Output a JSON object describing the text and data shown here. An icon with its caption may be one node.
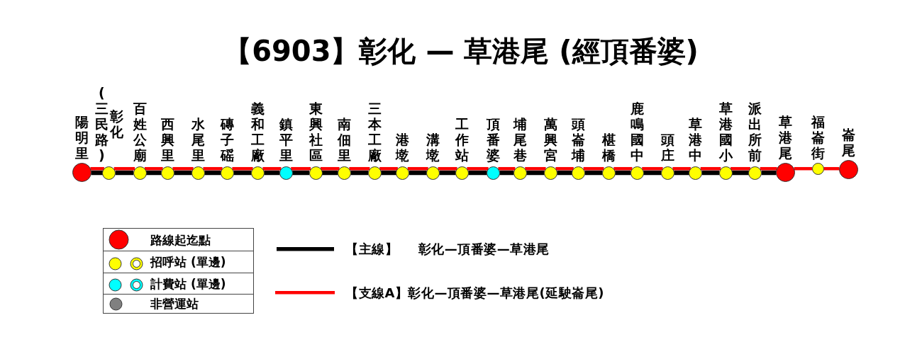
{
  "diagram": {
    "title": "【6903】彰化 — 草港尾 (經頂番婆)",
    "nodes": [
      {
        "text": [],
        "shape": "circle",
        "beside": [
          "陽明里"
        ]
      },
      {
        "text": [],
        "shape": "circle",
        "beside": [
          "彰化",
          "(三民路)"
        ]
      },
      {
        "text": [],
        "shape": "circle",
        "beside": [
          "百姓公廟"
        ]
      },
      {
        "text": [],
        "shape": "circle",
        "beside": [
          "西興里"
        ]
      },
      {
        "text": [],
        "shape": "circle",
        "beside": [
          "水尾里"
        ]
      },
      {
        "text": [],
        "shape": "circle",
        "beside": [
          "磚子磘"
        ]
      },
      {
        "text": [],
        "shape": "circle",
        "beside": [
          "義和工廠"
        ]
      },
      {
        "text": [],
        "shape": "circle",
        "beside": [
          "鎮平里"
        ]
      },
      {
        "text": [],
        "shape": "circle",
        "beside": [
          "東興社區"
        ]
      },
      {
        "text": [],
        "shape": "circle",
        "beside": [
          "南佃里"
        ]
      },
      {
        "text": [],
        "shape": "circle",
        "beside": [
          "三本工廠"
        ]
      },
      {
        "text": [],
        "shape": "circle",
        "beside": [
          "港墘"
        ]
      },
      {
        "text": [],
        "shape": "circle",
        "beside": [
          "溝墘"
        ]
      },
      {
        "text": [],
        "shape": "circle",
        "beside": [
          "工作站"
        ]
      },
      {
        "text": [],
        "shape": "circle",
        "beside": [
          "頂番婆"
        ]
      },
      {
        "text": [],
        "shape": "circle",
        "beside": [
          "埔尾巷"
        ]
      },
      {
        "text": [],
        "shape": "circle",
        "beside": [
          "萬興宮"
        ]
      },
      {
        "text": [],
        "shape": "circle",
        "beside": [
          "頭崙埔"
        ]
      },
      {
        "text": [],
        "shape": "circle",
        "beside": [
          "椹橋"
        ]
      },
      {
        "text": [],
        "shape": "circle",
        "beside": [
          "鹿鳴國中"
        ]
      },
      {
        "text": [],
        "shape": "circle",
        "beside": [
          "頭庄"
        ]
      },
      {
        "text": [],
        "shape": "circle",
        "beside": [
          "草港中"
        ]
      },
      {
        "text": [],
        "shape": "circle",
        "beside": [
          "草港國小"
        ]
      },
      {
        "text": [],
        "shape": "circle",
        "beside": [
          "派出所前"
        ]
      },
      {
        "text": [],
        "shape": "circle",
        "beside": [
          "草港尾"
        ]
      },
      {
        "text": [],
        "shape": "circle",
        "beside": [
          "福崙街"
        ]
      },
      {
        "text": [],
        "shape": "circle",
        "beside": [
          "崙尾"
        ]
      }
    ],
    "edges": [
      {
        "from": 0,
        "to": 1,
        "arrow": "none",
        "color": "#000000"
      },
      {
        "from": 1,
        "to": 2,
        "arrow": "none",
        "color": "#000000"
      },
      {
        "from": 2,
        "to": 3,
        "arrow": "none",
        "color": "#000000"
      },
      {
        "from": 3,
        "to": 4,
        "arrow": "none",
        "color": "#000000"
      },
      {
        "from": 4,
        "to": 5,
        "arrow": "none",
        "color": "#000000"
      },
      {
        "from": 5,
        "to": 6,
        "arrow": "none",
        "color": "#000000"
      },
      {
        "from": 6,
        "to": 7,
        "arrow": "none",
        "color": "#000000"
      },
      {
        "from": 7,
        "to": 8,
        "arrow": "none",
        "color": "#000000"
      },
      {
        "from": 8,
        "to": 9,
        "arrow": "none",
        "color": "#000000"
      },
      {
        "from": 9,
        "to": 10,
        "arrow": "none",
        "color": "#000000"
      },
      {
        "from": 10,
        "to": 11,
        "arrow": "none",
        "color": "#000000"
      },
      {
        "from": 11,
        "to": 12,
        "arrow": "none",
        "color": "#000000"
      },
      {
        "from": 12,
        "to": 13,
        "arrow": "none",
        "color": "#000000"
      },
      {
        "from": 13,
        "to": 14,
        "arrow": "none",
        "color": "#000000"
      },
      {
        "from": 14,
        "to": 15,
        "arrow": "none",
        "color": "#000000"
      },
      {
        "from": 15,
        "to": 16,
        "arrow": "none",
        "color": "#000000"
      },
      {
        "from": 16,
        "to": 17,
        "arrow": "none",
        "color": "#000000"
      },
      {
        "from": 17,
        "to": 18,
        "arrow": "none",
        "color": "#000000"
      },
      {
        "from": 18,
        "to": 19,
        "arrow": "none",
        "color": "#000000"
      },
      {
        "from": 19,
        "to": 20,
        "arrow": "none",
        "color": "#000000"
      },
      {
        "from": 20,
        "to": 21,
        "arrow": "none",
        "color": "#000000"
      },
      {
        "from": 21,
        "to": 22,
        "arrow": "none",
        "color": "#000000"
      },
      {
        "from": 22,
        "to": 23,
        "arrow": "none",
        "color": "#000000"
      },
      {
        "from": 23,
        "to": 24,
        "arrow": "none",
        "color": "#000000"
      },
      {
        "from": 0,
        "to": 1,
        "arrow": "none"
      },
      {
        "from": 1,
        "to": 2,
        "arrow": "none"
      },
      {
        "from": 2,
        "to": 3,
        "arrow": "none"
      },
      {
        "from": 3,
        "to": 4,
        "arrow": "none"
      },
      {
        "from": 4,
        "to": 5,
        "arrow": "none"
      },
      {
        "from": 5,
        "to": 6,
        "arrow": "none"
      },
      {
        "from": 6,
        "to": 7,
        "arrow": "none"
      },
      {
        "from": 7,
        "to": 8,
        "arrow": "none"
      },
      {
        "from": 8,
        "to": 9,
        "arrow": "none"
      },
      {
        "from": 9,
        "to": 10,
        "arrow": "none"
      },
      {
        "from": 10,
        "to": 11,
        "arrow": "none"
      },
      {
        "from": 11,
        "to": 12,
        "arrow": "none"
      },
      {
        "from": 12,
        "to": 13,
        "arrow": "none"
      },
      {
        "from": 13,
        "to": 14,
        "arrow": "none"
      },
      {
        "from": 14,
        "to": 15,
        "arrow": "none"
      },
      {
        "from": 15,
        "to": 16,
        "arrow": "none"
      },
      {
        "from": 16,
        "to": 17,
        "arrow": "none"
      },
      {
        "from": 17,
        "to": 18,
        "arrow": "none"
      },
      {
        "from": 18,
        "to": 19,
        "arrow": "none"
      },
      {
        "from": 19,
        "to": 20,
        "arrow": "none"
      },
      {
        "from": 20,
        "to": 21,
        "arrow": "none"
      },
      {
        "from": 21,
        "to": 22,
        "arrow": "none"
      },
      {
        "from": 22,
        "to": 23,
        "arrow": "none"
      },
      {
        "from": 23,
        "to": 24,
        "arrow": "none"
      },
      {
        "from": 24,
        "to": 25,
        "arrow": "none"
      },
      {
        "from": 25,
        "to": 26,
        "arrow": "none"
      }
    ],
    "legend": [
      {
        "text": "路線起迄點",
        "color": "#ff0000"
      },
      {
        "text": "招呼站 (單邊)",
        "color": "#ffff00"
      },
      {
        "text": "計費站 (單邊)",
        "color": "#00ffff"
      },
      {
        "text": "非營運站",
        "color": "#808080"
      },
      {
        "text": "【主線】 彰化—頂番婆—草港尾"
      },
      {
        "text": "【支線A】彰化—頂番婆—草港尾(延駛崙尾)"
      }
    ]
  }
}
